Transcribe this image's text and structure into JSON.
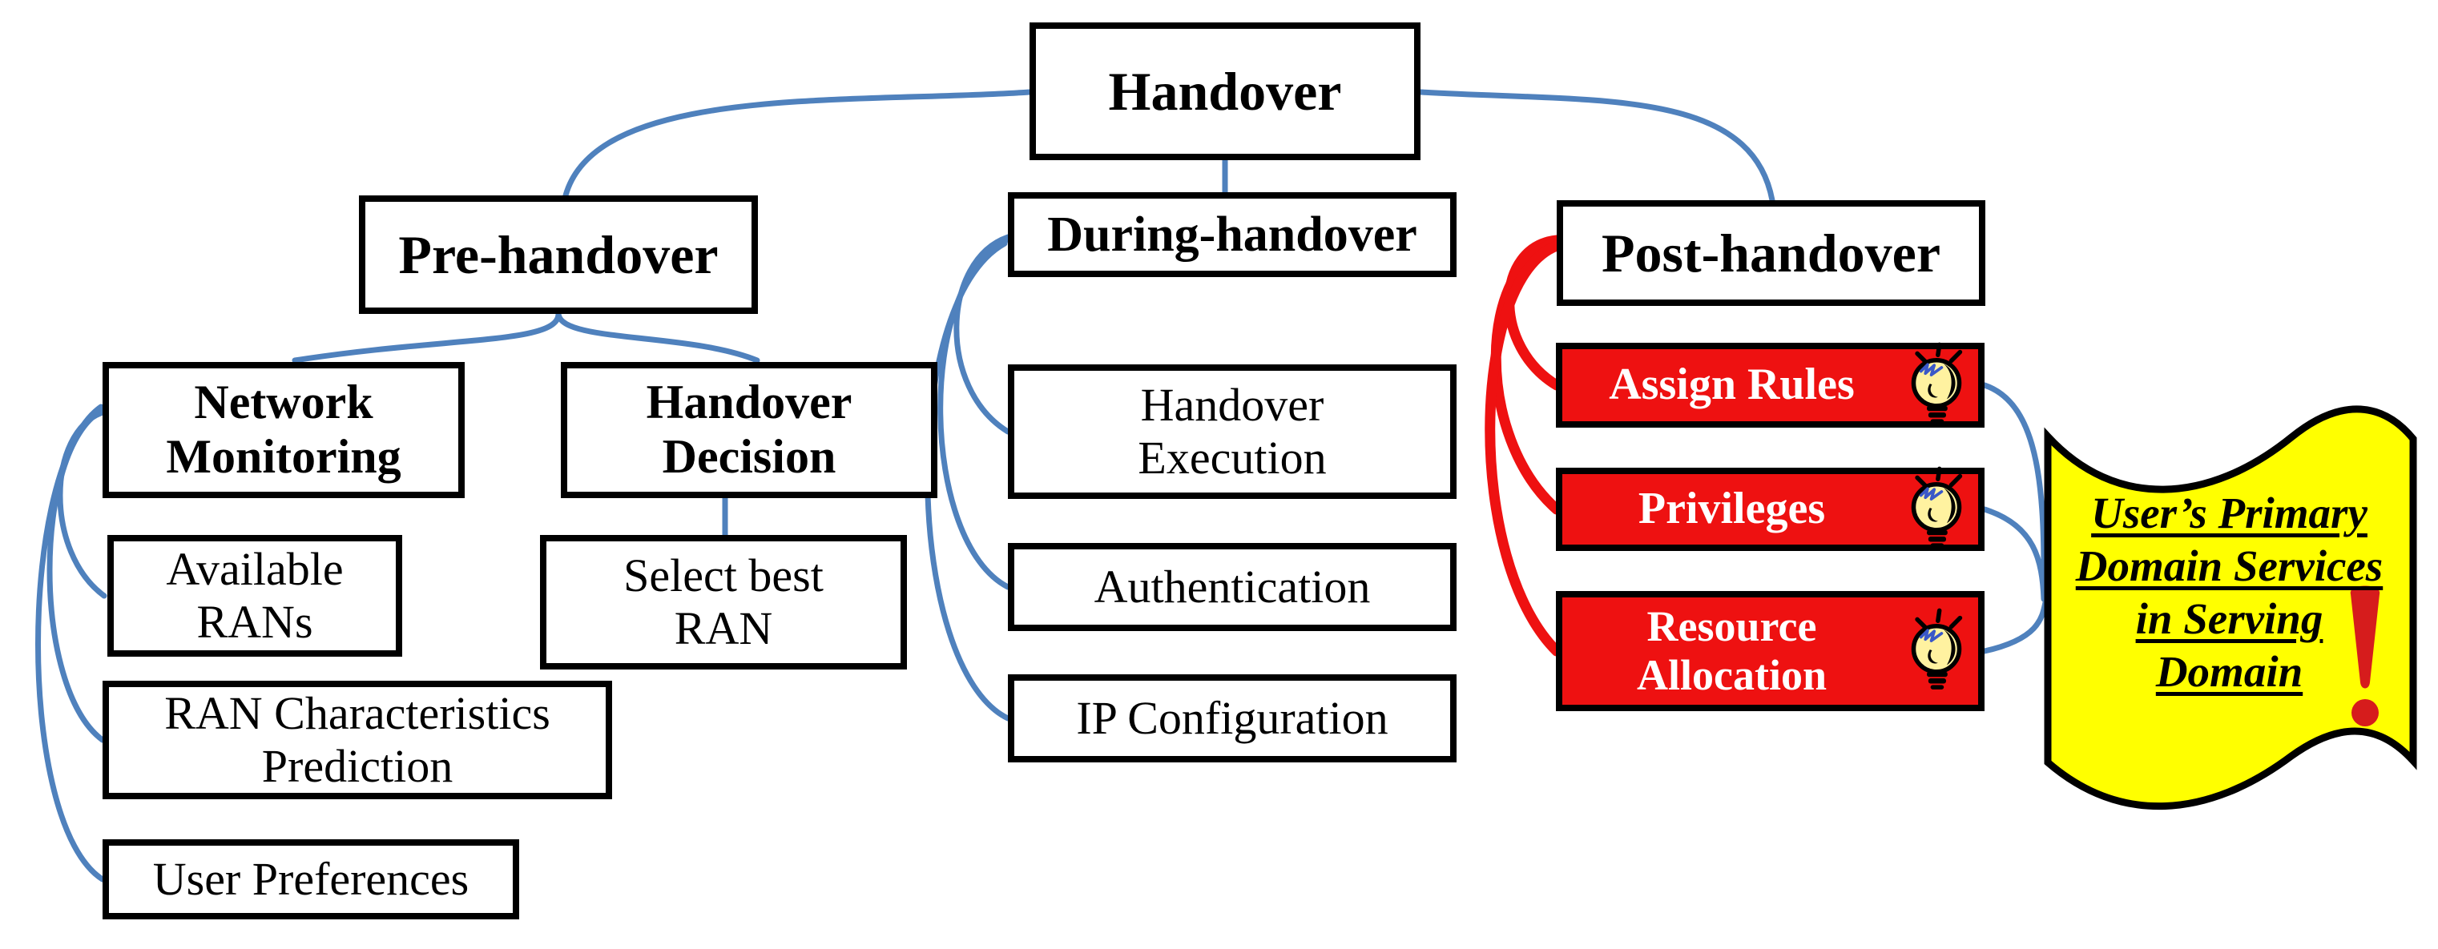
{
  "diagram": {
    "nodes": {
      "handover": {
        "lines": [
          "Handover"
        ]
      },
      "pre_handover": {
        "lines": [
          "Pre-handover"
        ]
      },
      "during_handover": {
        "lines": [
          "During-handover"
        ]
      },
      "post_handover": {
        "lines": [
          "Post-handover"
        ]
      },
      "network_monitoring": {
        "lines": [
          "Network",
          "Monitoring"
        ]
      },
      "handover_decision": {
        "lines": [
          "Handover",
          "Decision"
        ]
      },
      "available_rans": {
        "lines": [
          "Available",
          "RANs"
        ]
      },
      "select_best_ran": {
        "lines": [
          "Select best",
          "RAN"
        ]
      },
      "ran_characteristics_prediction": {
        "lines": [
          "RAN Characteristics",
          "Prediction"
        ]
      },
      "user_preferences": {
        "lines": [
          "User Preferences"
        ]
      },
      "handover_execution": {
        "lines": [
          "Handover",
          "Execution"
        ]
      },
      "authentication": {
        "lines": [
          "Authentication"
        ]
      },
      "ip_configuration": {
        "lines": [
          "IP Configuration"
        ]
      },
      "assign_rules": {
        "lines": [
          "Assign Rules"
        ]
      },
      "privileges": {
        "lines": [
          "Privileges"
        ]
      },
      "resource_allocation": {
        "lines": [
          "Resource",
          "Allocation"
        ]
      }
    },
    "callout": {
      "lines": [
        "User’s Primary",
        "Domain Services",
        "in Serving",
        "Domain"
      ],
      "exclamation": "!"
    },
    "colors": {
      "connector_blue": "#4f81bd",
      "connector_red": "#ee1111",
      "highlight_fill": "#ee1111",
      "highlight_text": "#ffffff",
      "callout_fill": "#ffff00",
      "exclamation_red": "#d61c1c",
      "box_border": "#000000",
      "bulb_yellow": "#fff2a0",
      "bulb_spark_blue": "#3a58c8"
    }
  }
}
